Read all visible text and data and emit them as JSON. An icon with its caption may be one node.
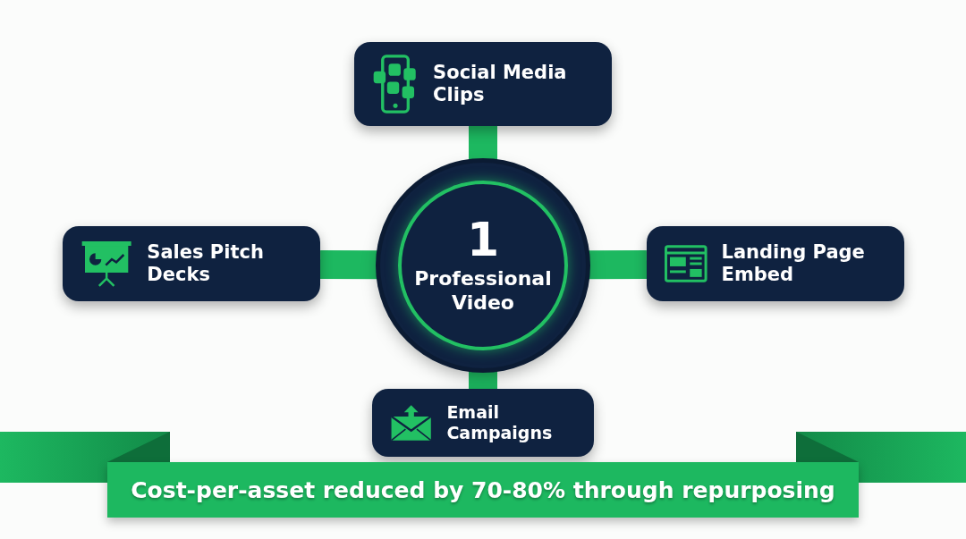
{
  "diagram": {
    "nodes": [
      {
        "text": [
          "1",
          "Professional Video"
        ]
      },
      {
        "text": [
          "Social Media Clips"
        ]
      },
      {
        "text": [
          "Sales Pitch Decks"
        ]
      },
      {
        "text": [
          "Landing Page Embed"
        ]
      },
      {
        "text": [
          "Email Campaigns"
        ]
      },
      {
        "text": [
          "Cost-per-asset reduced by 70-80% through repurposing"
        ]
      }
    ],
    "edges": [
      {
        "from": 0,
        "to": 1,
        "arrow": "none"
      },
      {
        "from": 0,
        "to": 2,
        "arrow": "none"
      },
      {
        "from": 0,
        "to": 3,
        "arrow": "none"
      },
      {
        "from": 0,
        "to": 4,
        "arrow": "none"
      }
    ]
  }
}
